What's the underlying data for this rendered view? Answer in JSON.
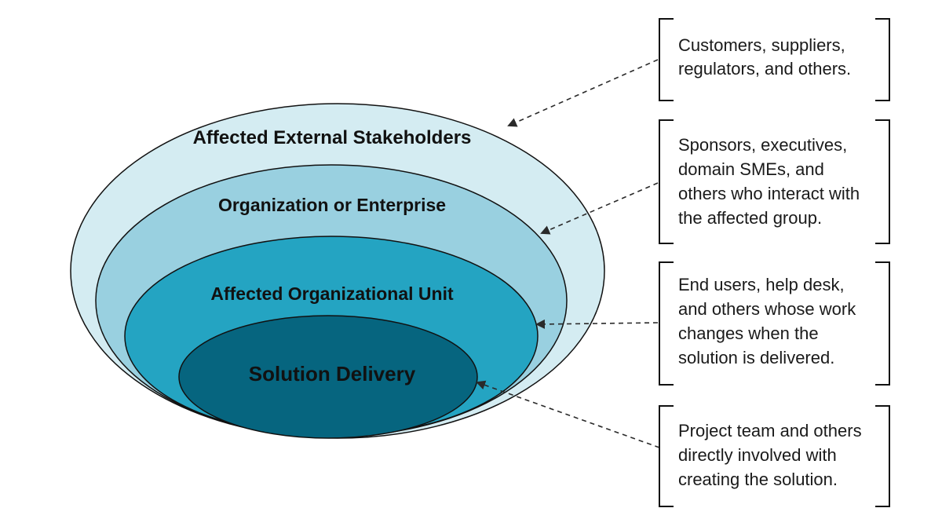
{
  "rings": [
    {
      "id": "external",
      "label": "Affected External Stakeholders",
      "color": "#d4ecf2"
    },
    {
      "id": "enterprise",
      "label": "Organization or Enterprise",
      "color": "#99d0e0"
    },
    {
      "id": "unit",
      "label": "Affected Organizational Unit",
      "color": "#24a4c2"
    },
    {
      "id": "delivery",
      "label": "Solution Delivery",
      "color": "#06657f"
    }
  ],
  "notes": [
    {
      "target": "external",
      "lines": [
        "Customers, suppliers,",
        "regulators, and others."
      ]
    },
    {
      "target": "enterprise",
      "lines": [
        "Sponsors, executives,",
        "domain SMEs, and",
        "others who interact with",
        "the affected group."
      ]
    },
    {
      "target": "unit",
      "lines": [
        "End users, help desk,",
        "and others whose work",
        "changes when the",
        "solution is delivered."
      ]
    },
    {
      "target": "delivery",
      "lines": [
        "Project team and others",
        "directly involved with",
        "creating the solution."
      ]
    }
  ],
  "colors": {
    "outline": "#111111",
    "arrow": "#2a2a2a",
    "box_border": "#111111"
  }
}
